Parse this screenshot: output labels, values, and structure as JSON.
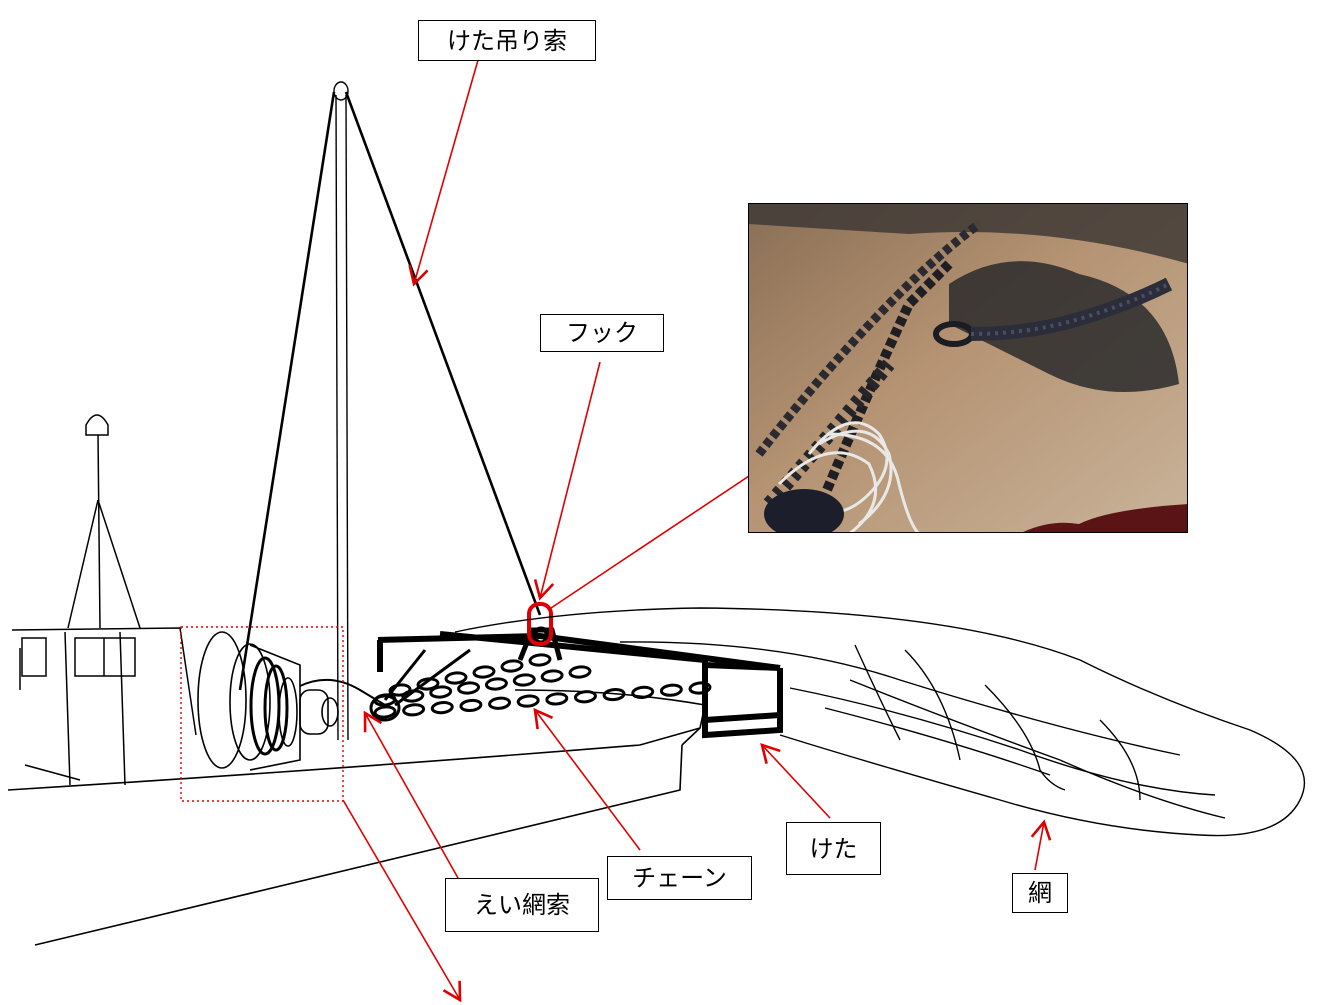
{
  "labels": {
    "keta_tsuri_sakuzai": "けた吊り索",
    "hook": "フック",
    "chain": "チェーン",
    "keta": "けた",
    "ami": "網",
    "eiamisaku": "えい網索"
  },
  "colors": {
    "line": "#000000",
    "pointer": "#e00000",
    "highlight": "#e00000"
  },
  "photo": {
    "content": "close-up photograph of hook with rope and chain on rusty deck"
  }
}
